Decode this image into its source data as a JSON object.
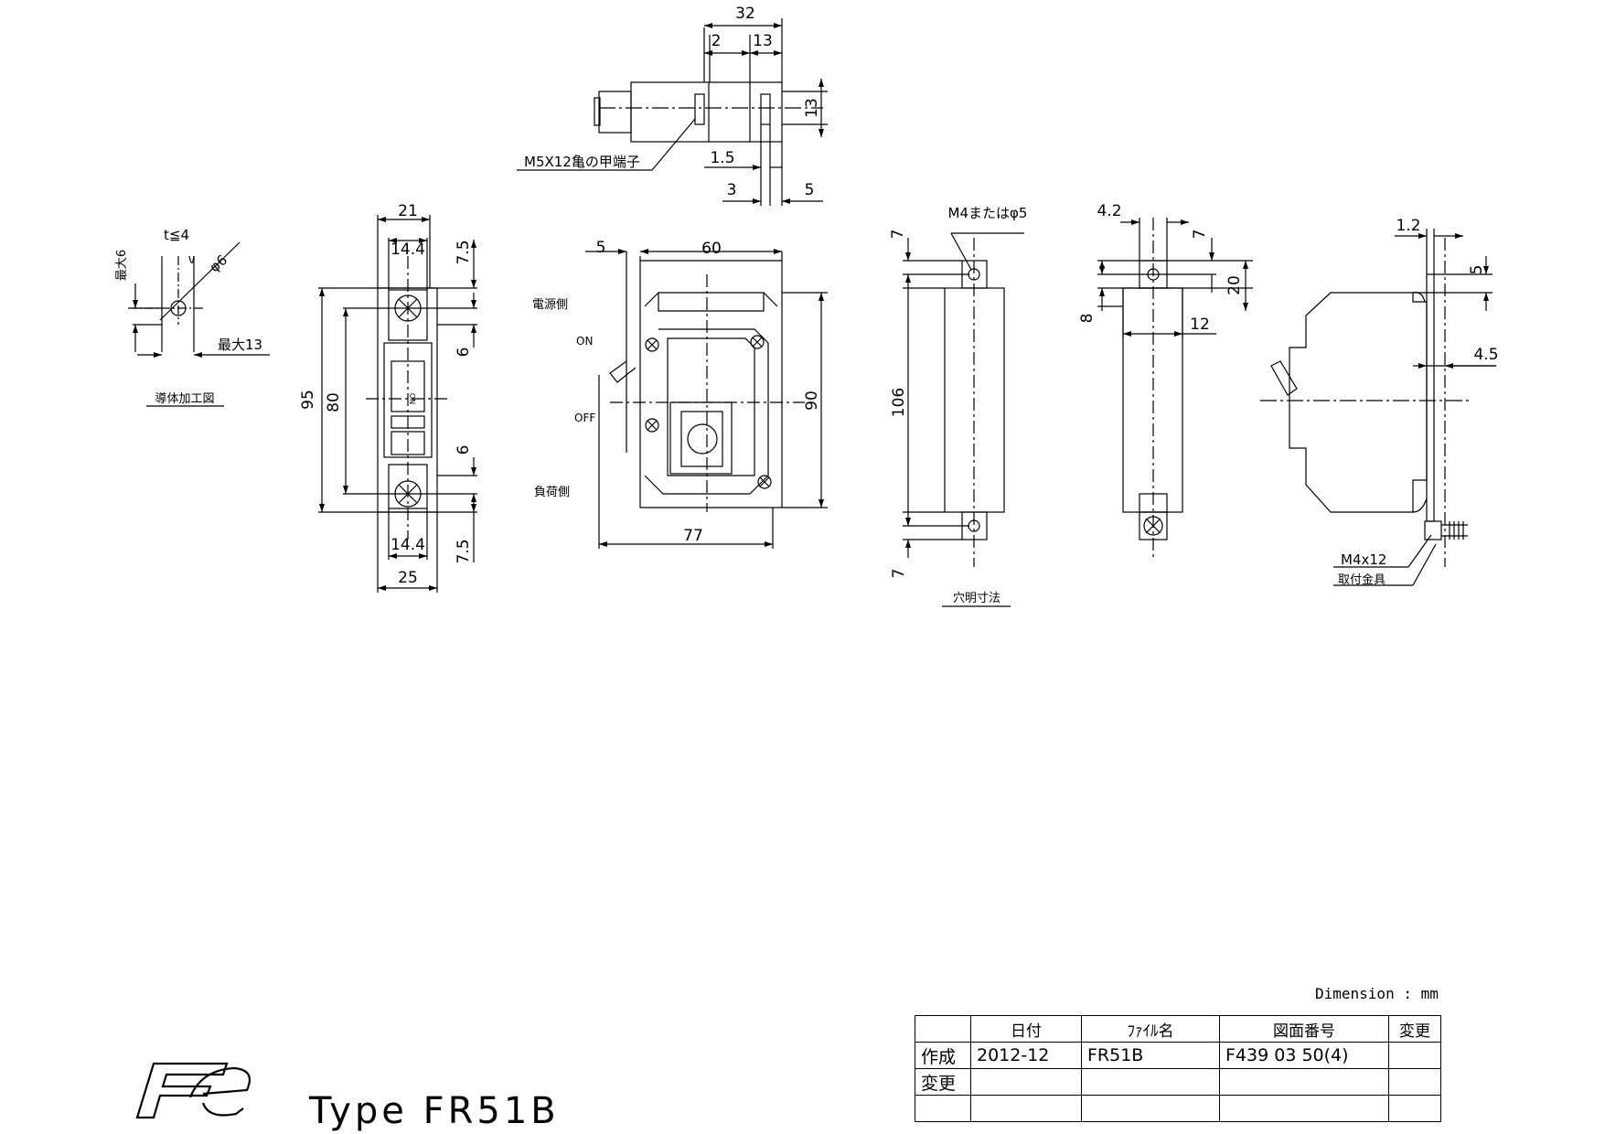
{
  "drawing": {
    "unit_note": "Dimension : mm",
    "type_label": "Type FR51B",
    "logo_text": "Fe"
  },
  "labels": {
    "terminal": "M5X12亀の甲端子",
    "conductor_title": "導体加工図",
    "t_le4": "t≦4",
    "phi6": "φ6",
    "max6": "最大6",
    "max13": "最大13",
    "line_side": "電源側",
    "load_side": "負荷側",
    "on": "ON",
    "off": "OFF",
    "toggle_on": "ON",
    "hole_spec": "M4またはφ5",
    "hole_title": "穴明寸法",
    "screw": "M4x12",
    "bracket": "取付金具"
  },
  "dims": {
    "d32": "32",
    "d2": "2",
    "d13a": "13",
    "d13b": "13",
    "d1_5": "1.5",
    "d3": "3",
    "d5a": "5",
    "d21": "21",
    "d14_4a": "14.4",
    "d7_5a": "7.5",
    "d6a": "6",
    "d95": "95",
    "d80": "80",
    "d6b": "6",
    "d14_4b": "14.4",
    "d7_5b": "7.5",
    "d25": "25",
    "d5b": "5",
    "d60": "60",
    "d90": "90",
    "d77": "77",
    "d7a": "7",
    "d106": "106",
    "d7b": "7",
    "d4_2": "4.2",
    "d7c": "7",
    "d20": "20",
    "d8": "8",
    "d12": "12",
    "d1_2": "1.2",
    "d5c": "5",
    "d4_5": "4.5"
  },
  "title_block": {
    "headers": [
      "",
      "日付",
      "ﾌｧｲﾙ名",
      "図面番号",
      "変更"
    ],
    "rows": [
      [
        "作成",
        "2012-12",
        "FR51B",
        "F439 03 50(4)",
        ""
      ],
      [
        "変更",
        "",
        "",
        "",
        ""
      ],
      [
        "",
        "",
        "",
        "",
        ""
      ]
    ]
  }
}
